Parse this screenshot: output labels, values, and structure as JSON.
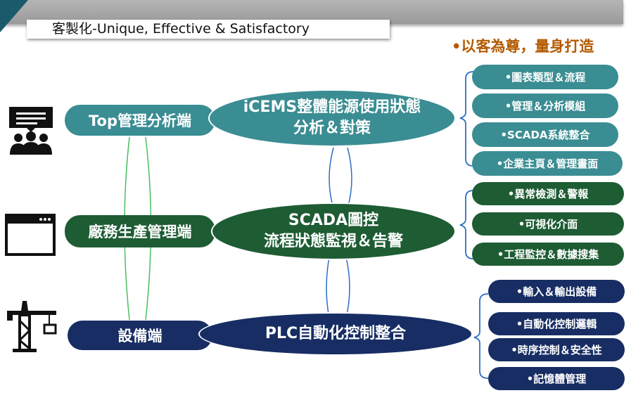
{
  "header": {
    "subtitle": "客製化-Unique, Effective & Satisfactory",
    "slogan": "•以客為尊，量身打造"
  },
  "tiers": [
    {
      "level": "Top管理分析端",
      "icon": "presentation-audience-icon",
      "center_line1": "iCEMS整體能源使用狀態",
      "center_line2": "分析＆對策",
      "color": "#3a8d93",
      "items": [
        "•圖表類型＆流程",
        "•管理＆分析模組",
        "•SCADA系統整合",
        "•企業主頁＆管理畫面"
      ]
    },
    {
      "level": "廠務生產管理端",
      "icon": "browser-window-icon",
      "center_line1": "SCADA圖控",
      "center_line2": "流程狀態監視＆告警",
      "color": "#1e5c34",
      "items": [
        "•異常檢測＆警報",
        "•可視化介面",
        "•工程監控＆數據搜集"
      ]
    },
    {
      "level": "設備端",
      "icon": "crane-tower-icon",
      "center_line1": "PLC自動化控制整合",
      "center_line2": "",
      "color": "#172d63",
      "items": [
        "•輸入＆輸出設備",
        "•自動化控制邏輯",
        "•時序控制＆安全性",
        "•記憶體管理"
      ]
    }
  ],
  "colors": {
    "teal": "#3a8d93",
    "green": "#1e5c34",
    "navy": "#172d63",
    "slogan": "#b35a00",
    "link_green": "#4cbf62",
    "link_blue": "#2d6fc2"
  }
}
